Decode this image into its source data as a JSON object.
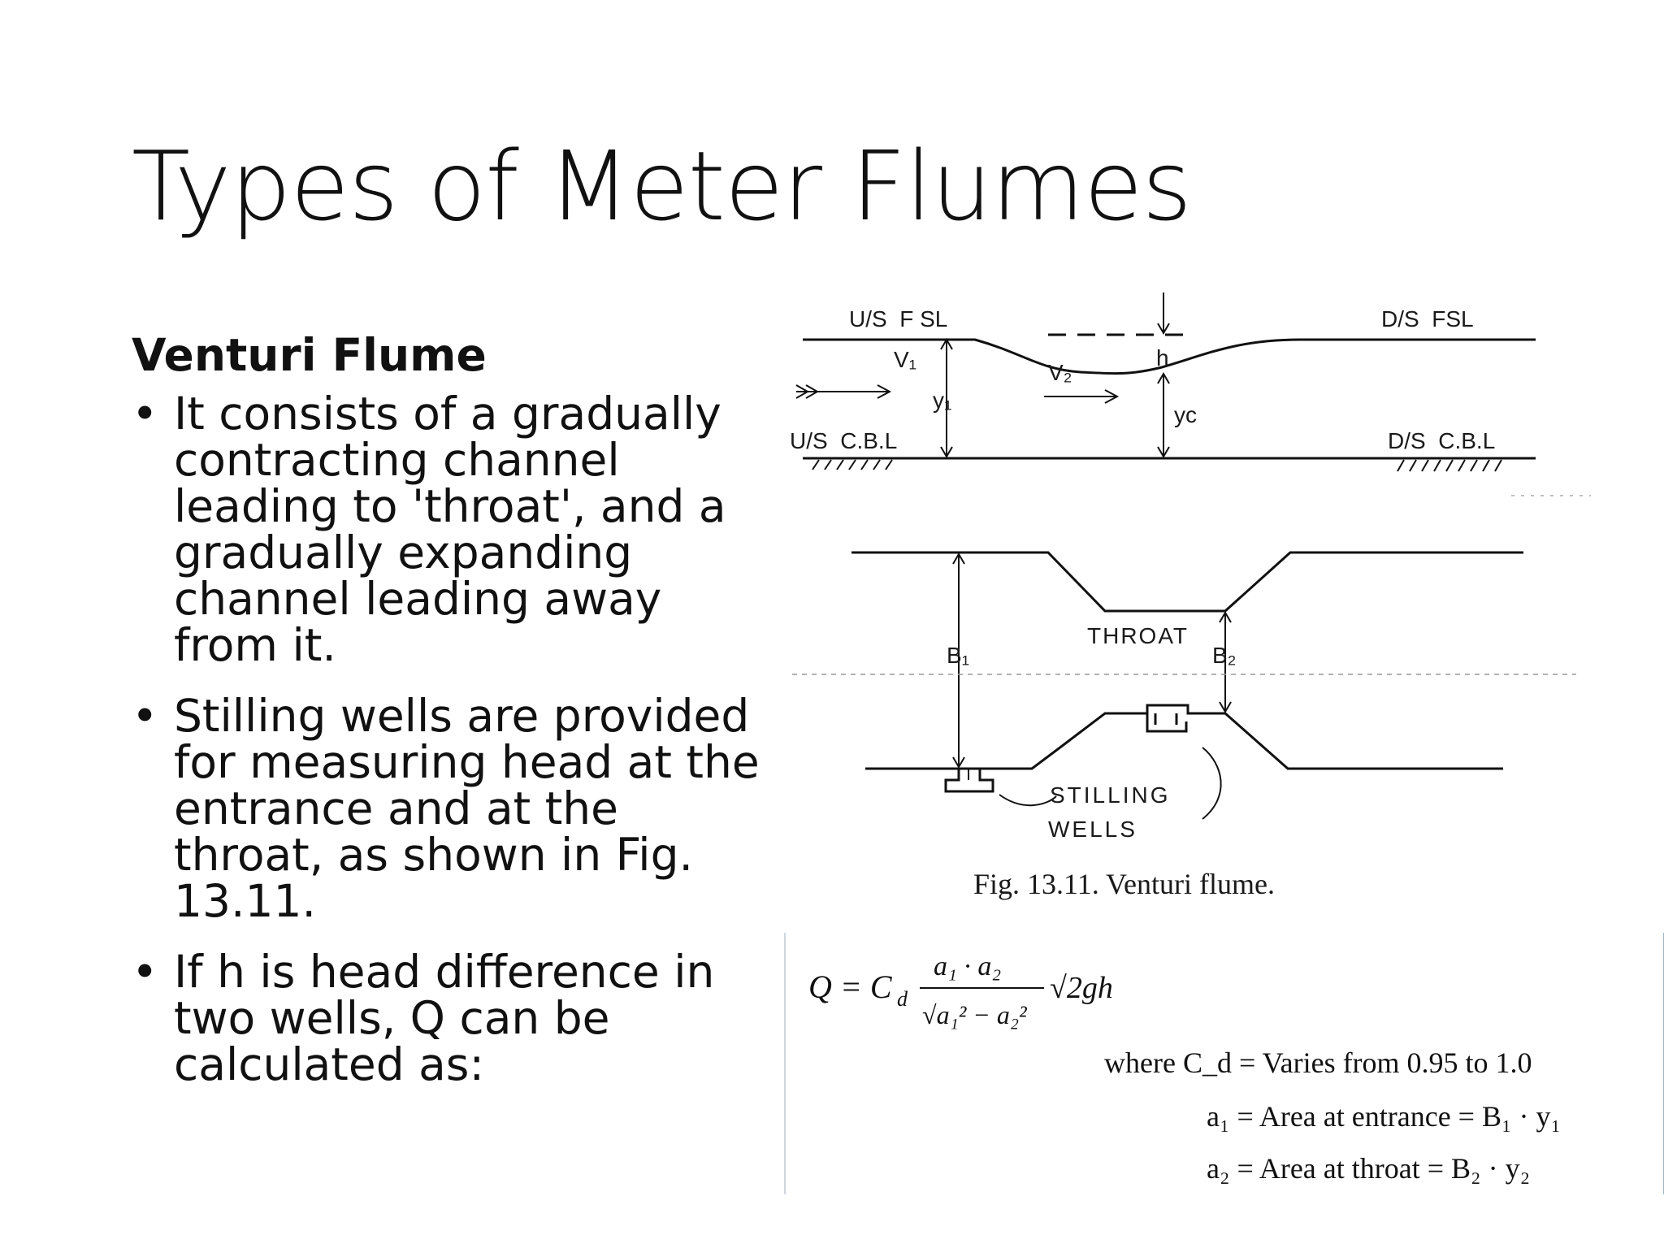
{
  "slide": {
    "title": "Types of Meter Flumes",
    "heading": "Venturi Flume",
    "bullets": [
      "It consists of a gradually contracting channel leading to 'throat', and a gradually expanding channel leading away from it.",
      "Stilling wells are provided for measuring head at the entrance and at the throat, as shown in Fig. 13.11.",
      "If h is head difference in two wells, Q can be calculated as:"
    ],
    "bullet_symbol": "•"
  },
  "figure": {
    "labels": {
      "us_fsl": "U/S  F SL",
      "ds_fsl": "D/S  FSL",
      "us_cbl": "U/S  C.B.L",
      "ds_cbl": "D/S  C.B.L",
      "v1": "V₁",
      "v2": "V₂",
      "y1": "y₁",
      "yc": "yc",
      "h": "h",
      "b1": "B₁",
      "b2": "B₂",
      "throat": "THROAT",
      "stilling": "STILLING",
      "wells": "WELLS"
    },
    "caption": "Fig. 13.11. Venturi flume."
  },
  "formula": {
    "main_lhs": "Q = C",
    "main_sub": "d",
    "numerator": "a₁ · a₂",
    "denominator": "√a₁² − a₂²",
    "sqrt": "√2gh",
    "where_lines": [
      "where C_d = Varies from 0.95 to 1.0",
      "a₁ = Area at entrance = B₁ · y₁",
      "a₂ = Area at throat = B₂ · y₂"
    ]
  }
}
